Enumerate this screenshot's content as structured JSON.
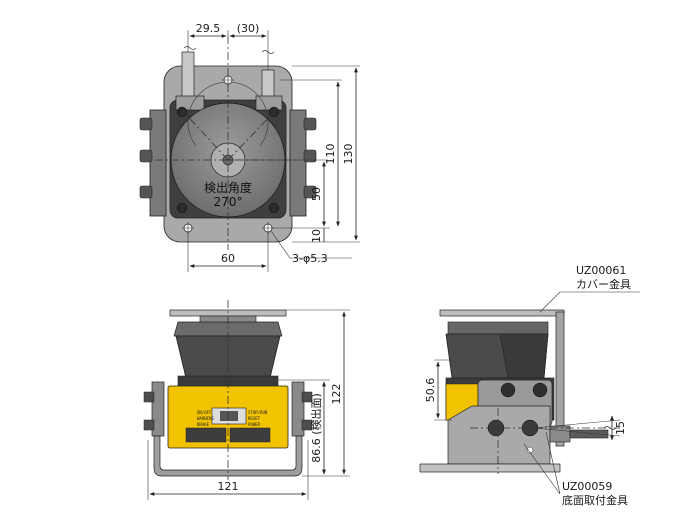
{
  "top_view": {
    "dim_top_left": "29.5",
    "dim_top_right": "(30)",
    "center_label_1": "検出角度",
    "center_label_2": "270°",
    "dim_bottom": "60",
    "hole_note": "3-φ5.3",
    "dim_right_130": "130",
    "dim_right_110": "110",
    "dim_right_50": "50",
    "dim_right_10": "10"
  },
  "front_view": {
    "dim_width": "121",
    "dim_height_122": "122",
    "dim_height_86": "86.6 (検出面)",
    "panel_labels": [
      "ON/OFF",
      "WARNING",
      "BRAKE",
      "STOP/RUN",
      "RESET",
      "POWER"
    ]
  },
  "side_view": {
    "dim_50_6": "50.6",
    "dim_15": "15",
    "part_cover_code": "UZ00061",
    "part_cover_name": "カバー金具",
    "part_base_code": "UZ00059",
    "part_base_name": "底面取付金具"
  },
  "colors": {
    "line": "#222222",
    "dark_gray": "#4d4d4d",
    "mid_gray": "#8a8a8a",
    "light_gray": "#b9b9b9",
    "sensor_yellow": "#f2c300"
  }
}
